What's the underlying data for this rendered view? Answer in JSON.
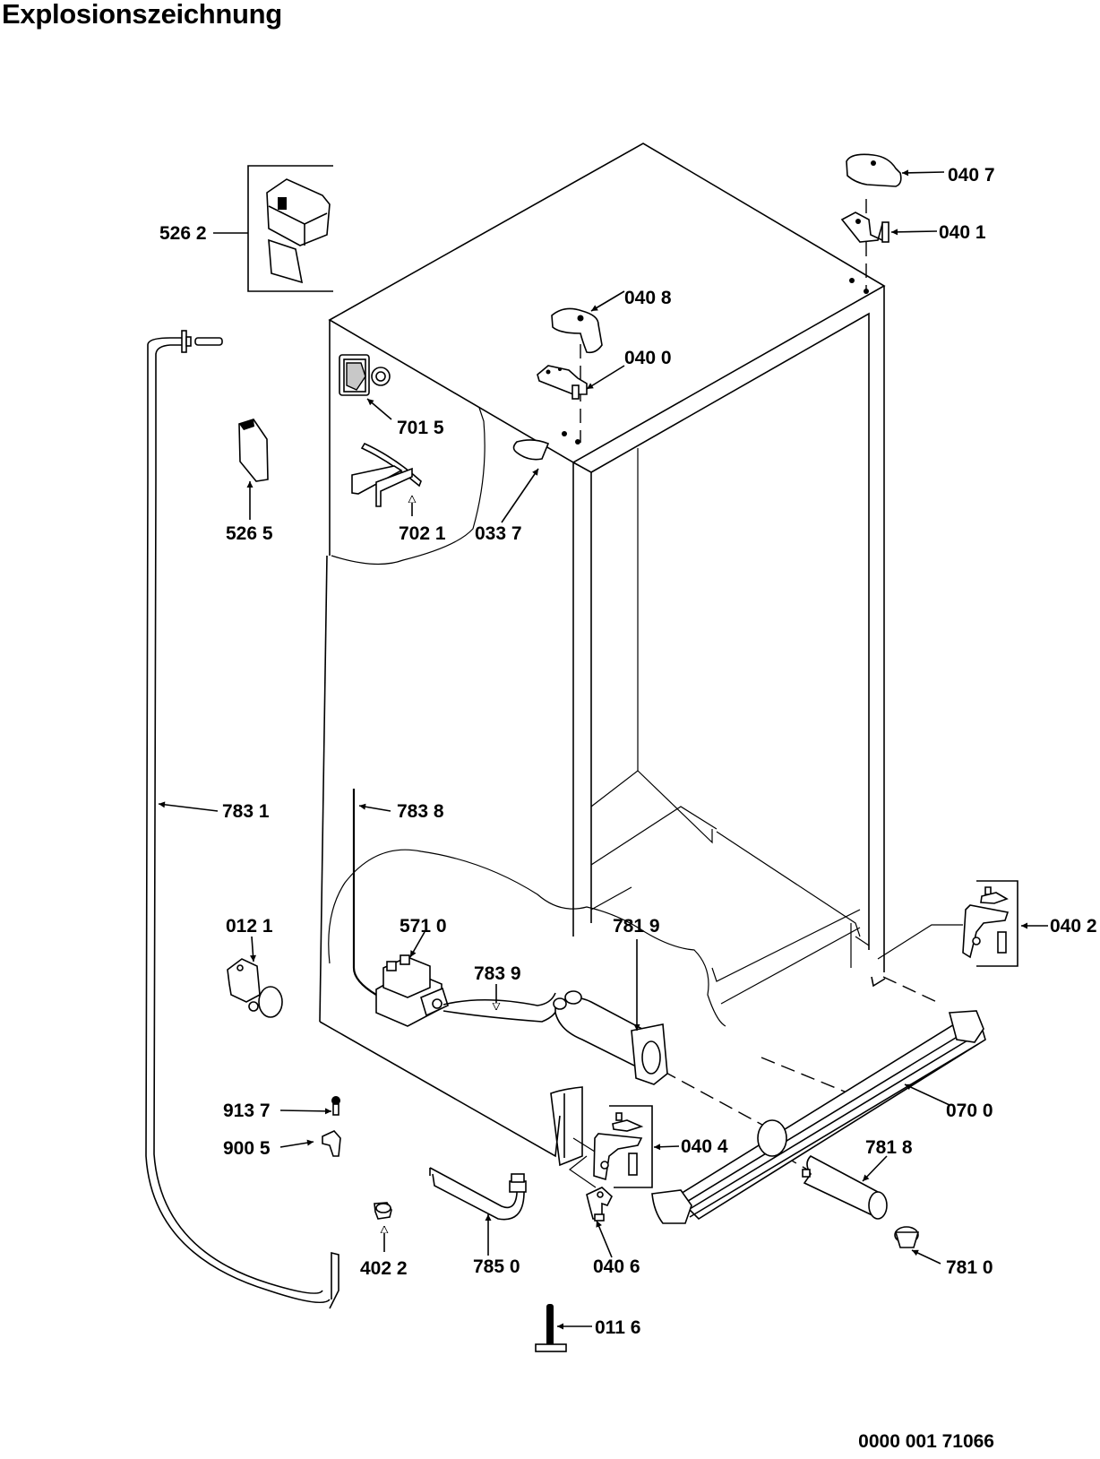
{
  "title": "Explosionszeichnung",
  "document_number": "0000 001 71066",
  "parts": [
    {
      "id": "p0407",
      "label": "040 7",
      "name": "hinge-cover-top-right"
    },
    {
      "id": "p0401",
      "label": "040 1",
      "name": "hinge-top-right"
    },
    {
      "id": "p5262",
      "label": "526 2",
      "name": "control-module"
    },
    {
      "id": "p0408",
      "label": "040 8",
      "name": "hinge-cover-top-center"
    },
    {
      "id": "p0400",
      "label": "040 0",
      "name": "hinge-top-center"
    },
    {
      "id": "p7015",
      "label": "701 5",
      "name": "switch"
    },
    {
      "id": "p7021",
      "label": "702 1",
      "name": "bracket"
    },
    {
      "id": "p5265",
      "label": "526 5",
      "name": "cover-plate"
    },
    {
      "id": "p0337",
      "label": "033 7",
      "name": "cap"
    },
    {
      "id": "p7831",
      "label": "783 1",
      "name": "water-pipe-long"
    },
    {
      "id": "p7838",
      "label": "783 8",
      "name": "water-pipe-short"
    },
    {
      "id": "p0121",
      "label": "012 1",
      "name": "roller"
    },
    {
      "id": "p5710",
      "label": "571 0",
      "name": "water-valve"
    },
    {
      "id": "p7839",
      "label": "783 9",
      "name": "hose"
    },
    {
      "id": "p7819",
      "label": "781 9",
      "name": "filter-housing"
    },
    {
      "id": "p0402",
      "label": "040 2",
      "name": "hinge-bottom-right"
    },
    {
      "id": "p0700",
      "label": "070 0",
      "name": "base-grille"
    },
    {
      "id": "p9137",
      "label": "913 7",
      "name": "screw"
    },
    {
      "id": "p9005",
      "label": "900 5",
      "name": "clip"
    },
    {
      "id": "p0404",
      "label": "040 4",
      "name": "hinge-bottom-left"
    },
    {
      "id": "p7818",
      "label": "781 8",
      "name": "water-filter"
    },
    {
      "id": "p4022",
      "label": "402 2",
      "name": "plug"
    },
    {
      "id": "p7850",
      "label": "785 0",
      "name": "pipe-elbow"
    },
    {
      "id": "p0406",
      "label": "040 6",
      "name": "hinge-bracket"
    },
    {
      "id": "p7810",
      "label": "781 0",
      "name": "filter-cap"
    },
    {
      "id": "p0116",
      "label": "011 6",
      "name": "adjustable-foot"
    }
  ]
}
